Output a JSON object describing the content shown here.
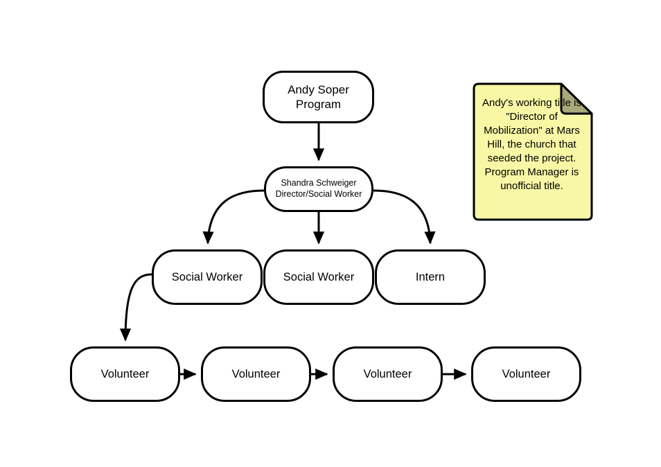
{
  "diagram": {
    "title": "Organization chart",
    "background_color": "#ffffff",
    "node_fill": "#ffffff",
    "node_stroke": "#000000",
    "nodes": [
      {
        "id": "andy",
        "line1": "Andy Soper",
        "line2": "Program"
      },
      {
        "id": "shandra",
        "line1": "Shandra Schweiger",
        "line2": "Director/Social Worker"
      },
      {
        "id": "sw1",
        "line1": "Social Worker",
        "line2": ""
      },
      {
        "id": "sw2",
        "line1": "Social Worker",
        "line2": ""
      },
      {
        "id": "intern",
        "line1": "Intern",
        "line2": ""
      },
      {
        "id": "v1",
        "line1": "Volunteer",
        "line2": ""
      },
      {
        "id": "v2",
        "line1": "Volunteer",
        "line2": ""
      },
      {
        "id": "v3",
        "line1": "Volunteer",
        "line2": ""
      },
      {
        "id": "v4",
        "line1": "Volunteer",
        "line2": ""
      }
    ],
    "connectors": [
      {
        "id": "andy-to-shandra",
        "from": "andy",
        "to": "shandra",
        "style": "straight-down"
      },
      {
        "id": "shandra-to-sw1",
        "from": "shandra",
        "to": "sw1",
        "style": "curve-left"
      },
      {
        "id": "shandra-to-sw2",
        "from": "shandra",
        "to": "sw2",
        "style": "straight-down"
      },
      {
        "id": "shandra-to-intern",
        "from": "shandra",
        "to": "intern",
        "style": "curve-right"
      },
      {
        "id": "sw1-to-v1",
        "from": "sw1",
        "to": "v1",
        "style": "curve-left"
      },
      {
        "id": "v1-to-v2",
        "from": "v1",
        "to": "v2",
        "style": "straight-right"
      },
      {
        "id": "v2-to-v3",
        "from": "v2",
        "to": "v3",
        "style": "straight-right"
      },
      {
        "id": "v3-to-v4",
        "from": "v3",
        "to": "v4",
        "style": "straight-right"
      }
    ]
  },
  "sticky_note": {
    "text": "Andy's working title is \"Director of Mobilization\" at Mars Hill, the church that seeded the project. Program Manager is unofficial title.",
    "fill_color": "#f7f7a5",
    "fold_color": "#a8a87a",
    "stroke_color": "#000000"
  }
}
